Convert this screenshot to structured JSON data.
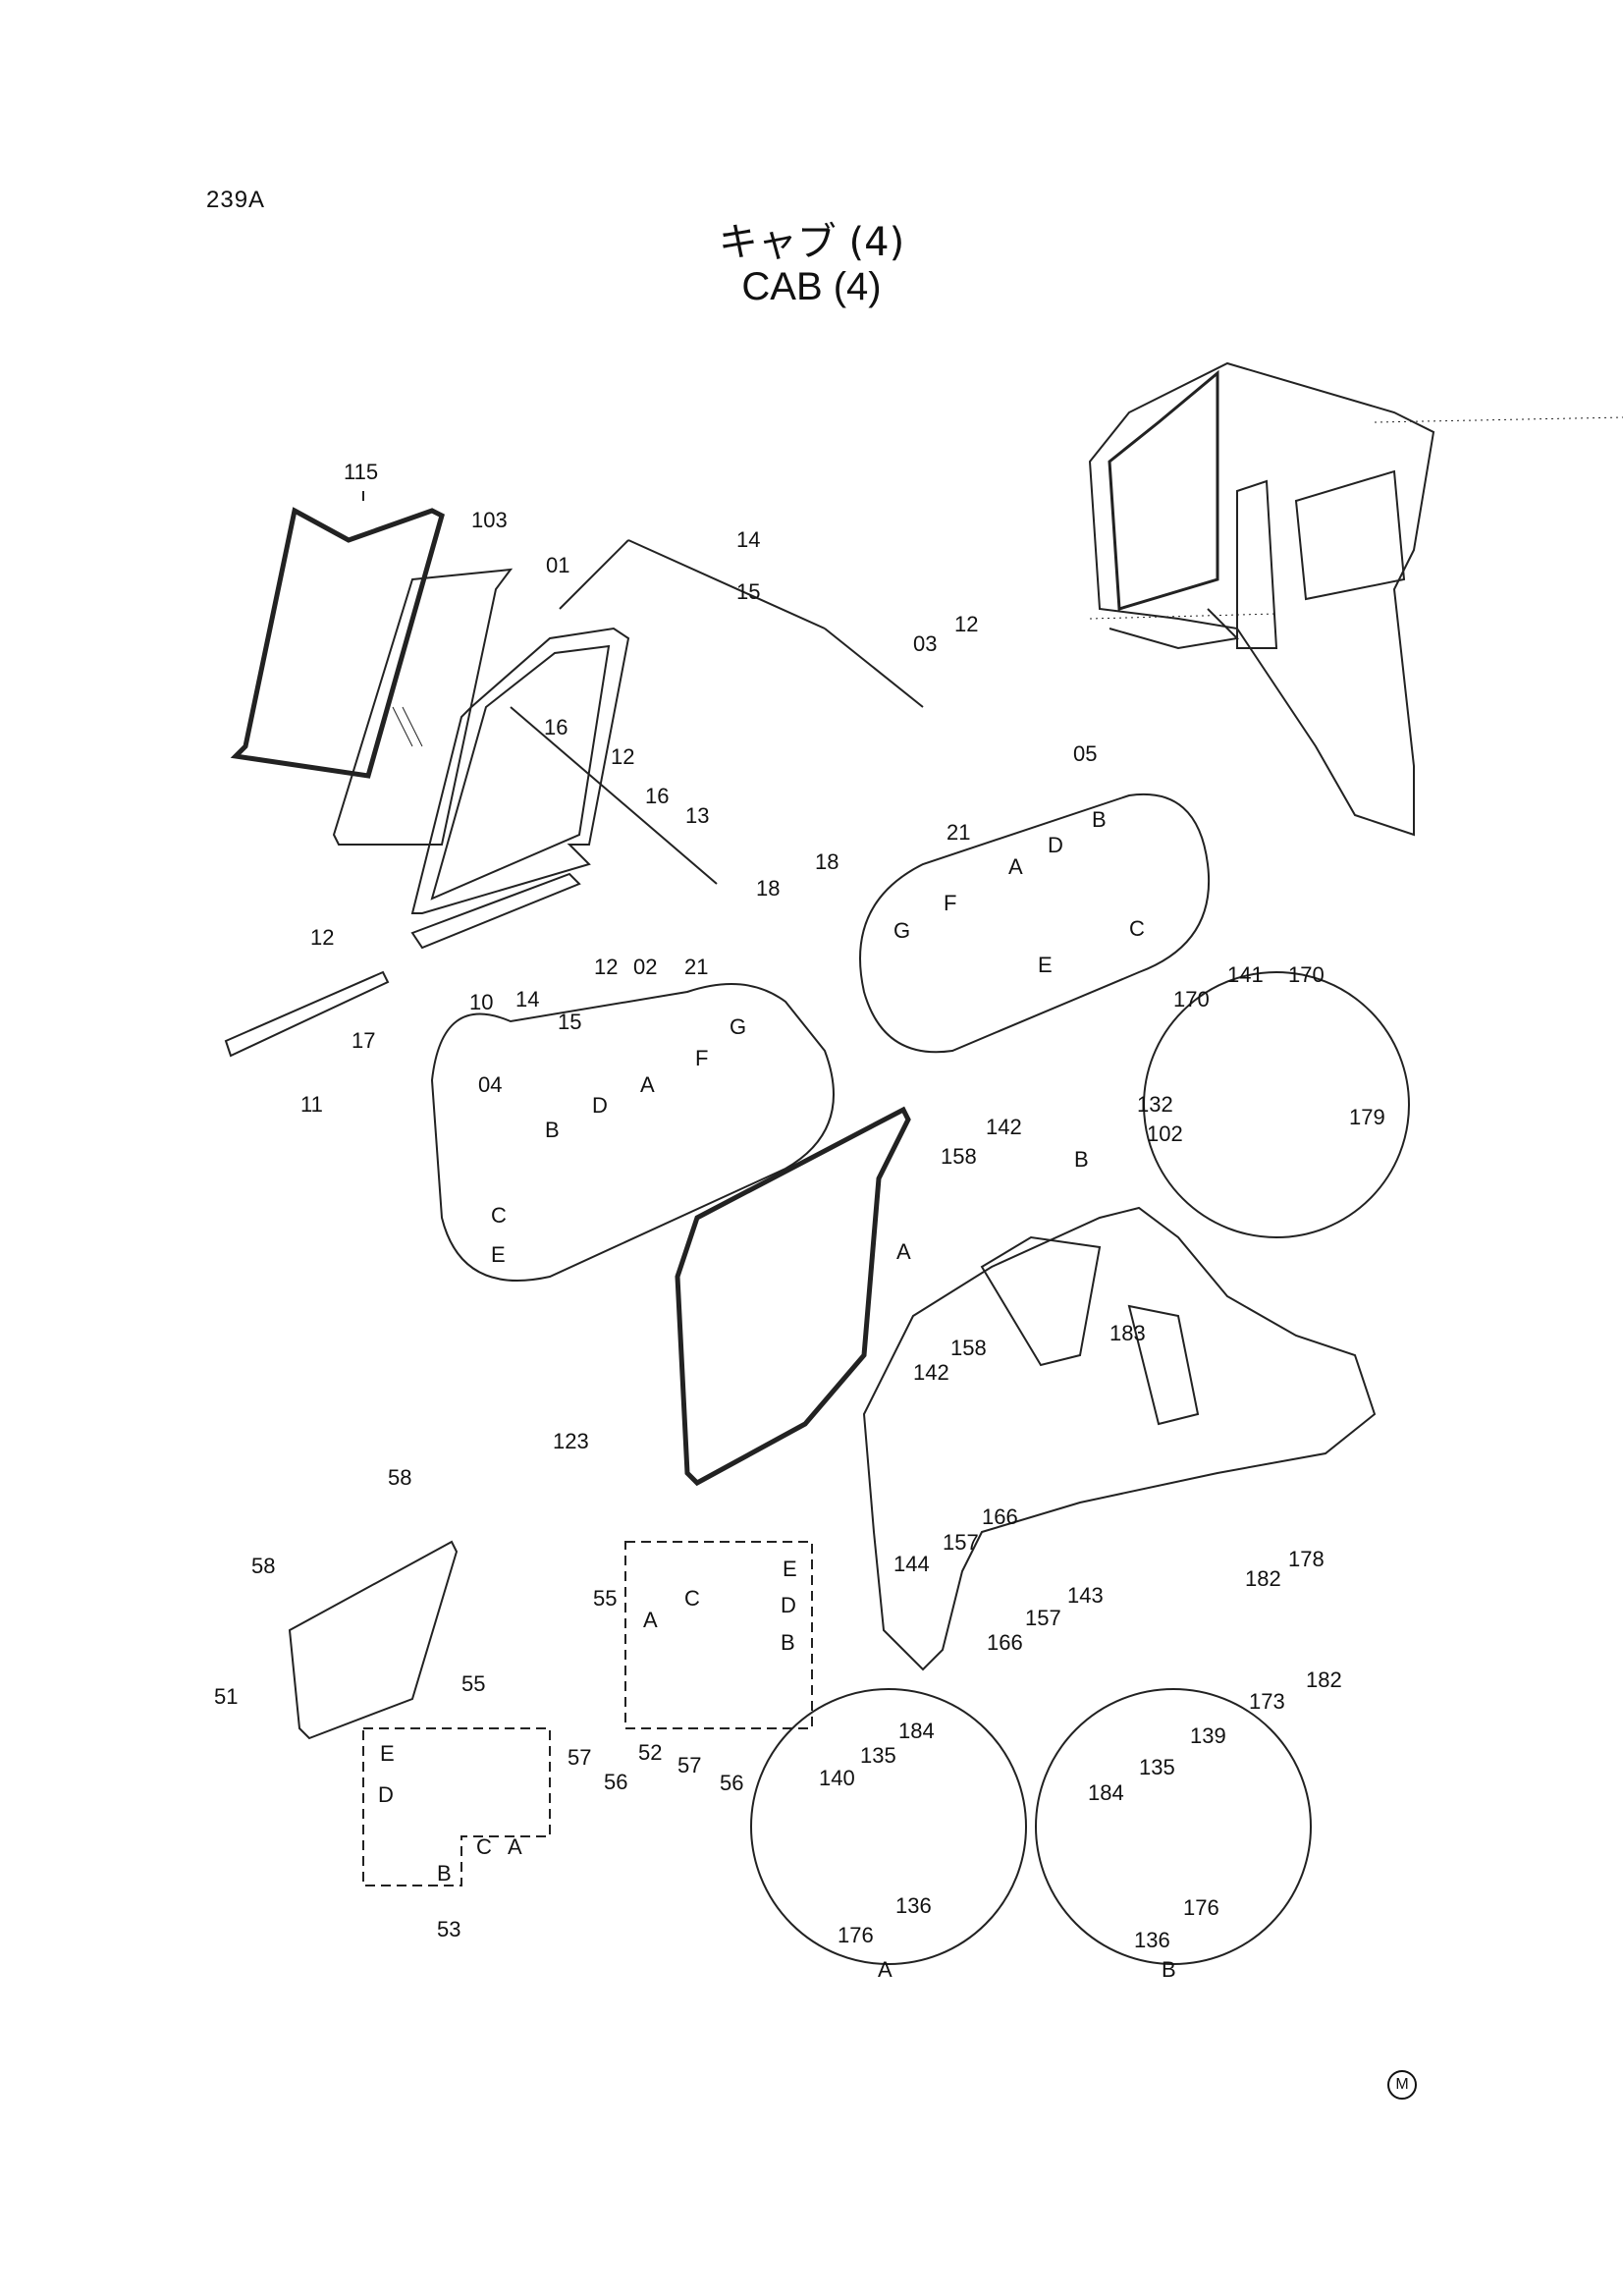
{
  "page_code": "239A",
  "title_jp": "キャブ (4)",
  "title_en": "CAB (4)",
  "mark": "M",
  "labels": {
    "l115": "115",
    "l103": "103",
    "l01": "01",
    "l14a": "14",
    "l15a": "15",
    "l16a": "16",
    "l16b": "16",
    "l12a": "12",
    "l13": "13",
    "l12b": "12",
    "l12c": "12",
    "l02": "02",
    "l21a": "21",
    "l18a": "18",
    "l10": "10",
    "l14b": "14",
    "l15b": "15",
    "l17": "17",
    "l11": "11",
    "l03": "03",
    "l12d": "12",
    "l21b": "21",
    "l18b": "18",
    "l05": "05",
    "l04": "04",
    "d04_A": "A",
    "d04_B": "B",
    "d04_C": "C",
    "d04_D": "D",
    "d04_E": "E",
    "d04_F": "F",
    "d04_G": "G",
    "d05_A": "A",
    "d05_B": "B",
    "d05_C": "C",
    "d05_D": "D",
    "d05_E": "E",
    "d05_F": "F",
    "d05_G": "G",
    "l141": "141",
    "l170a": "170",
    "l170b": "170",
    "l132": "132",
    "l179": "179",
    "l102": "102",
    "l142a": "142",
    "l158a": "158",
    "lB1": "B",
    "lA1": "A",
    "l183": "183",
    "l158b": "158",
    "l142b": "142",
    "l123": "123",
    "l166a": "166",
    "l157a": "157",
    "l144": "144",
    "l143": "143",
    "l157b": "157",
    "l166b": "166",
    "l178": "178",
    "l182a": "182",
    "l182b": "182",
    "l173": "173",
    "l58a": "58",
    "l58b": "58",
    "l51": "51",
    "l55a": "55",
    "l55b": "55",
    "g52_E": "E",
    "g52_D": "D",
    "g52_B": "B",
    "g52_A": "A",
    "g52_C": "C",
    "l52": "52",
    "l57a": "57",
    "l56a": "56",
    "l57b": "57",
    "l56b": "56",
    "g53_E": "E",
    "g53_D": "D",
    "g53_B": "B",
    "g53_C": "C",
    "g53_A": "A",
    "l53": "53",
    "dA_140": "140",
    "dA_135": "135",
    "dA_184": "184",
    "dA_136": "136",
    "dA_176": "176",
    "dA_name": "A",
    "dB_139": "139",
    "dB_135": "135",
    "dB_184": "184",
    "dB_136": "136",
    "dB_176": "176",
    "dB_name": "B"
  }
}
